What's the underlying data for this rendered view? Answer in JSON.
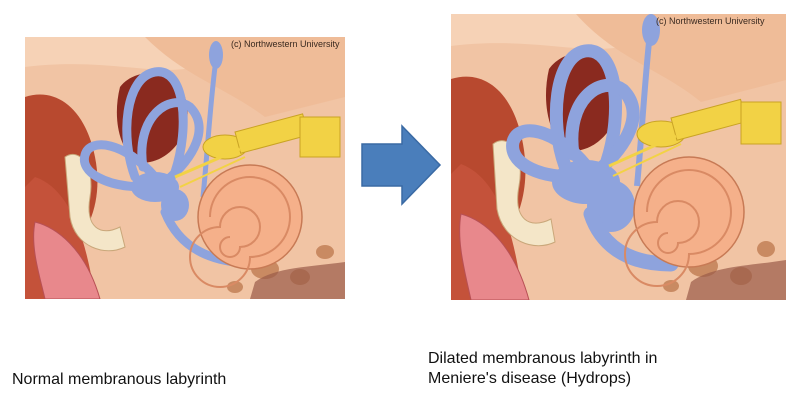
{
  "left_panel": {
    "credit": "(c) Northwestern University",
    "caption": "Normal membranous labyrinth"
  },
  "right_panel": {
    "credit": "(c) Northwestern University",
    "caption_lines": [
      "Dilated membranous labyrinth in",
      "Meniere's disease (Hydrops)"
    ]
  },
  "colors": {
    "arrow": "#4a7ebb",
    "membranous_labyrinth": "#8ea3dd",
    "bone": "#f3c6a6",
    "tissue": "#c0563a",
    "cochlea": "#f6b48e",
    "nerve": "#f2d245"
  },
  "icons": {
    "transition": "right-arrow-icon"
  }
}
